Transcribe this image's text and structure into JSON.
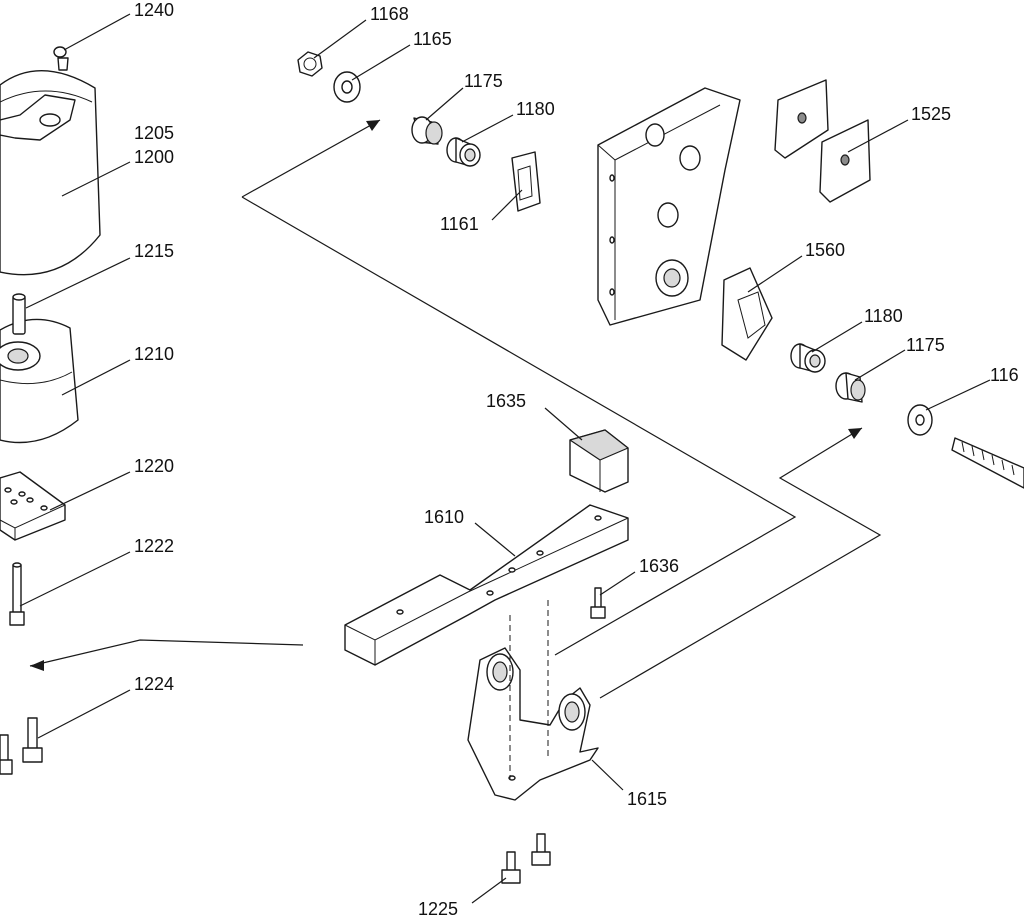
{
  "callouts": [
    {
      "id": "c1240",
      "text": "1240"
    },
    {
      "id": "c1205",
      "text": "1205"
    },
    {
      "id": "c1200",
      "text": "1200"
    },
    {
      "id": "c1215",
      "text": "1215"
    },
    {
      "id": "c1210",
      "text": "1210"
    },
    {
      "id": "c1220",
      "text": "1220"
    },
    {
      "id": "c1222",
      "text": "1222"
    },
    {
      "id": "c1224",
      "text": "1224"
    },
    {
      "id": "c1168",
      "text": "1168"
    },
    {
      "id": "c1165",
      "text": "1165"
    },
    {
      "id": "c1175a",
      "text": "1175"
    },
    {
      "id": "c1180a",
      "text": "1180"
    },
    {
      "id": "c1161",
      "text": "1161"
    },
    {
      "id": "c1525",
      "text": "1525"
    },
    {
      "id": "c1560",
      "text": "1560"
    },
    {
      "id": "c1180b",
      "text": "1180"
    },
    {
      "id": "c1175b",
      "text": "1175"
    },
    {
      "id": "c116x",
      "text": "116"
    },
    {
      "id": "c1635",
      "text": "1635"
    },
    {
      "id": "c1610",
      "text": "1610"
    },
    {
      "id": "c1636",
      "text": "1636"
    },
    {
      "id": "c1615",
      "text": "1615"
    },
    {
      "id": "c1225",
      "text": "1225"
    }
  ]
}
